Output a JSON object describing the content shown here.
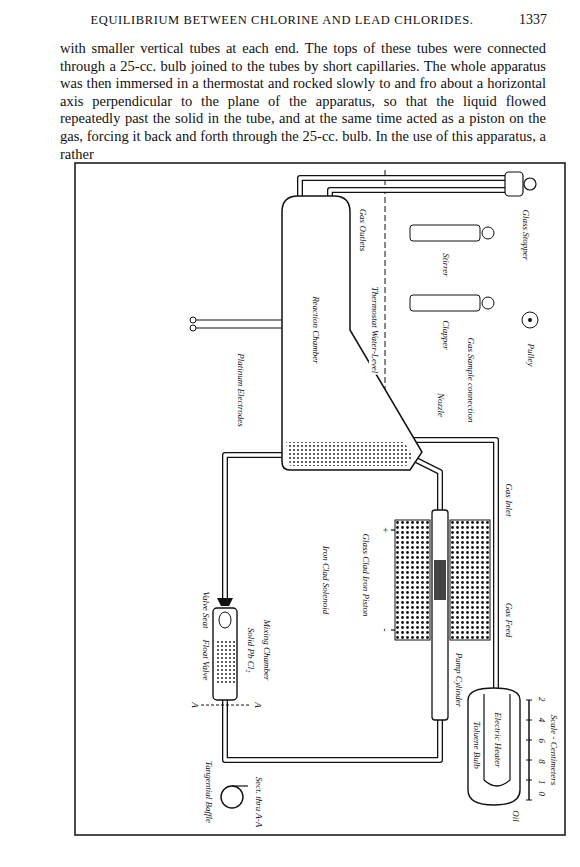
{
  "diagram": {
    "title": "EQUILIBRIUM BETWEEN CHLORINE AND LEAD CHLORIDES.",
    "labels": [
      "1337",
      "with smaller vertical tubes at each end. The tops of these tubes were connected through a 25-cc. bulb joined to the tubes by short capillaries. The whole apparatus was then immersed in a thermostat and rocked slowly to and fro about a horizontal axis perpendicular to the plane of the apparatus, so that the liquid flowed repeatedly past the solid in the tube, and at the same time acted as a piston on the gas, forcing it back and forth through the 25-cc. bulb. In the use of this apparatus, a rather",
      "Glass Stopper",
      "Gas Outlets",
      "Thermostat Water-Level",
      "Reaction Chamber",
      "Platinum Electrodes",
      "Glass Clad Iron Piston",
      "Iron Clad Solenoid",
      "Nozzle",
      "Gas Inlet",
      "+",
      "-",
      "Valve Seat",
      "Float Valve",
      "A",
      "A",
      "Solid Pb Cl₂",
      "Mixing Chamber",
      "Tangential Baffle",
      "Sect. thru A-A",
      "Pump Cylinder",
      "Stirrer",
      "Clapper",
      "Gas Feed",
      "Electric Heater",
      "Oil",
      "Toluene Bulb",
      "Gas Sample connection",
      "Pulley",
      "Scale - Centimeters",
      "2 4 6 8 10"
    ]
  }
}
